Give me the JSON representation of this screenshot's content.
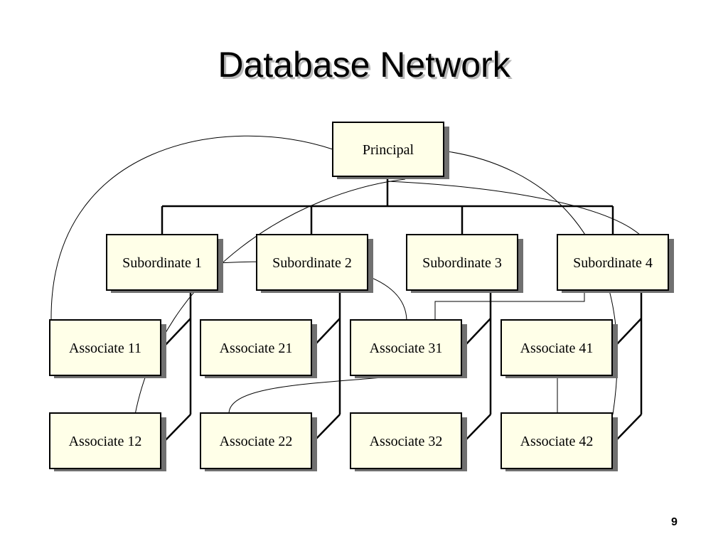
{
  "title": "Database Network",
  "page_number": "9",
  "colors": {
    "box_fill": "#ffffe8",
    "box_border": "#000000",
    "shadow": "#707070",
    "line": "#000000"
  },
  "diagram": {
    "root": {
      "label": "Principal"
    },
    "subordinates": [
      {
        "label": "Subordinate 1"
      },
      {
        "label": "Subordinate 2"
      },
      {
        "label": "Subordinate 3"
      },
      {
        "label": "Subordinate 4"
      }
    ],
    "associates": [
      {
        "label": "Associate 11"
      },
      {
        "label": "Associate 21"
      },
      {
        "label": "Associate 31"
      },
      {
        "label": "Associate 41"
      },
      {
        "label": "Associate 12"
      },
      {
        "label": "Associate 22"
      },
      {
        "label": "Associate 32"
      },
      {
        "label": "Associate 42"
      }
    ]
  }
}
